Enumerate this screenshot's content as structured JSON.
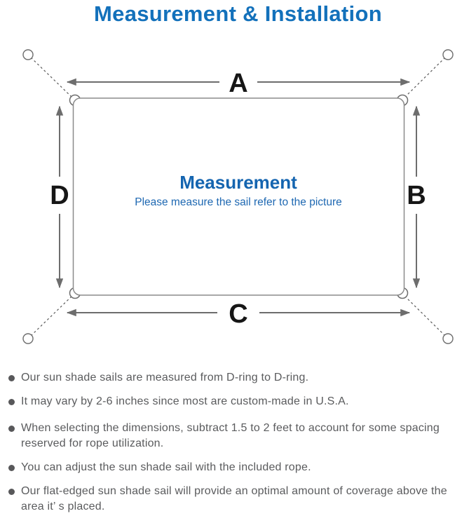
{
  "title": "Measurement & Installation",
  "diagram": {
    "labels": {
      "top": "A",
      "right": "B",
      "bottom": "C",
      "left": "D"
    },
    "center_title": "Measurement",
    "center_subtitle": "Please measure the sail refer to the picture"
  },
  "bullets": [
    "Our sun shade sails are measured from D-ring to D-ring.",
    "It may vary by 2-6 inches since most are custom-made in U.S.A.",
    "When selecting the dimensions, subtract 1.5 to 2 feet to account for some spacing reserved for rope utilization.",
    "You can adjust the sun shade sail with the included rope.",
    "Our flat-edged sun shade sail will provide an optimal amount of coverage above the area it’ s placed."
  ],
  "colors": {
    "title_blue": "#1371bb",
    "heading_blue": "#1565b0",
    "subtitle_blue": "#1e68b2",
    "body_gray": "#5a5b5d",
    "line_gray": "#8b8b8b",
    "arrow_gray": "#6d6d6d",
    "label_black": "#161616"
  }
}
